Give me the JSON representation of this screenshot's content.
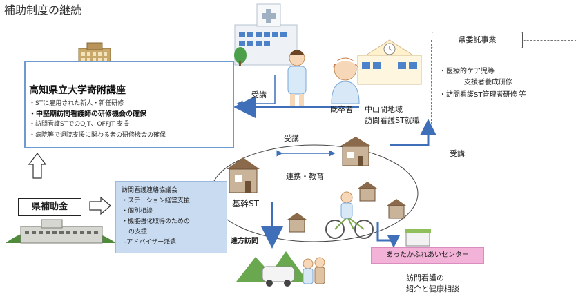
{
  "title": "補助制度の継続",
  "university": {
    "title": "高知県立大学寄附講座",
    "items": [
      "・STに雇用された新人・新任研修",
      "・中堅期訪問看護師の研修機会の確保",
      "・訪問看護STでのOJT、OFFJT 支援",
      "・病院等で退院支援に関わる者の研修機会の確保"
    ]
  },
  "prefecture": {
    "title": "県委託事業",
    "items": [
      "・医療的ケア児等",
      "支援者養成研修",
      "・訪問看護ST管理者研修 等"
    ]
  },
  "labels": {
    "jukou_1": "受講",
    "jukou_2": "受講",
    "jukou_3": "受講",
    "graduate": "既卒者",
    "mountain_line1": "中山間地域",
    "mountain_line2": "訪問看護ST就職",
    "cooperation": "連携・教育",
    "core_station": "基幹ST",
    "remote_visit": "遠方訪問",
    "health_line1": "訪問看護の",
    "health_line2": "紹介と健康相談"
  },
  "subsidy": {
    "label": "県補助金"
  },
  "council": {
    "items": [
      "訪問看護連絡協議会",
      "・ステーション経営支援",
      "・個別相談",
      "・機能強化取得のための",
      "の支援",
      "-アドバイザー派遣"
    ]
  },
  "center": {
    "label": "あったかふれあいセンター"
  },
  "colors": {
    "arrow": "#3e6fb8",
    "box_border": "#6f9ad0",
    "council_bg": "#c9dbf1",
    "center_bg": "#f3b3d8"
  }
}
